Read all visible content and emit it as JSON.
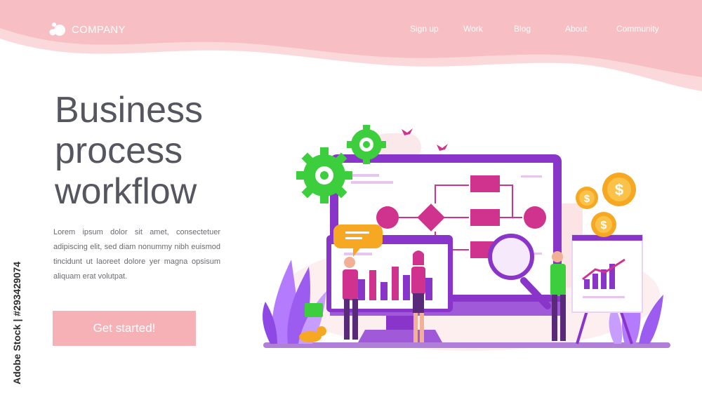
{
  "header": {
    "company_name": "COMPANY",
    "nav": [
      {
        "label": "Sign up"
      },
      {
        "label": "Work"
      },
      {
        "label": "Blog"
      },
      {
        "label": "About"
      },
      {
        "label": "Community"
      }
    ]
  },
  "hero": {
    "title_lines": [
      "Business",
      "process",
      "workflow"
    ],
    "body": "Lorem ipsum dolor sit amet, consectetuer adipiscing elit, sed diam nonummy nibh euismod tincidunt ut laoreet dolore yer magna opsisum aliquam erat volutpat.",
    "cta_label": "Get started!"
  },
  "side_watermark": "Adobe Stock | #293429074",
  "colors": {
    "header_pink": "#f7bfc3",
    "header_pink_light": "#fbd9da",
    "title_gray": "#55565f",
    "body_gray": "#6a6b72",
    "button_pink": "#f6b1b6",
    "purple": "#8a35c9",
    "magenta": "#d0338e",
    "green": "#3dce3d",
    "gold": "#f6a823"
  },
  "icons": {
    "logo": "company-logo-dots-icon",
    "gears": "gear-icon",
    "coins": "dollar-coin-icon",
    "magnifier": "magnifying-glass-icon",
    "speech": "speech-bubble-icon"
  }
}
